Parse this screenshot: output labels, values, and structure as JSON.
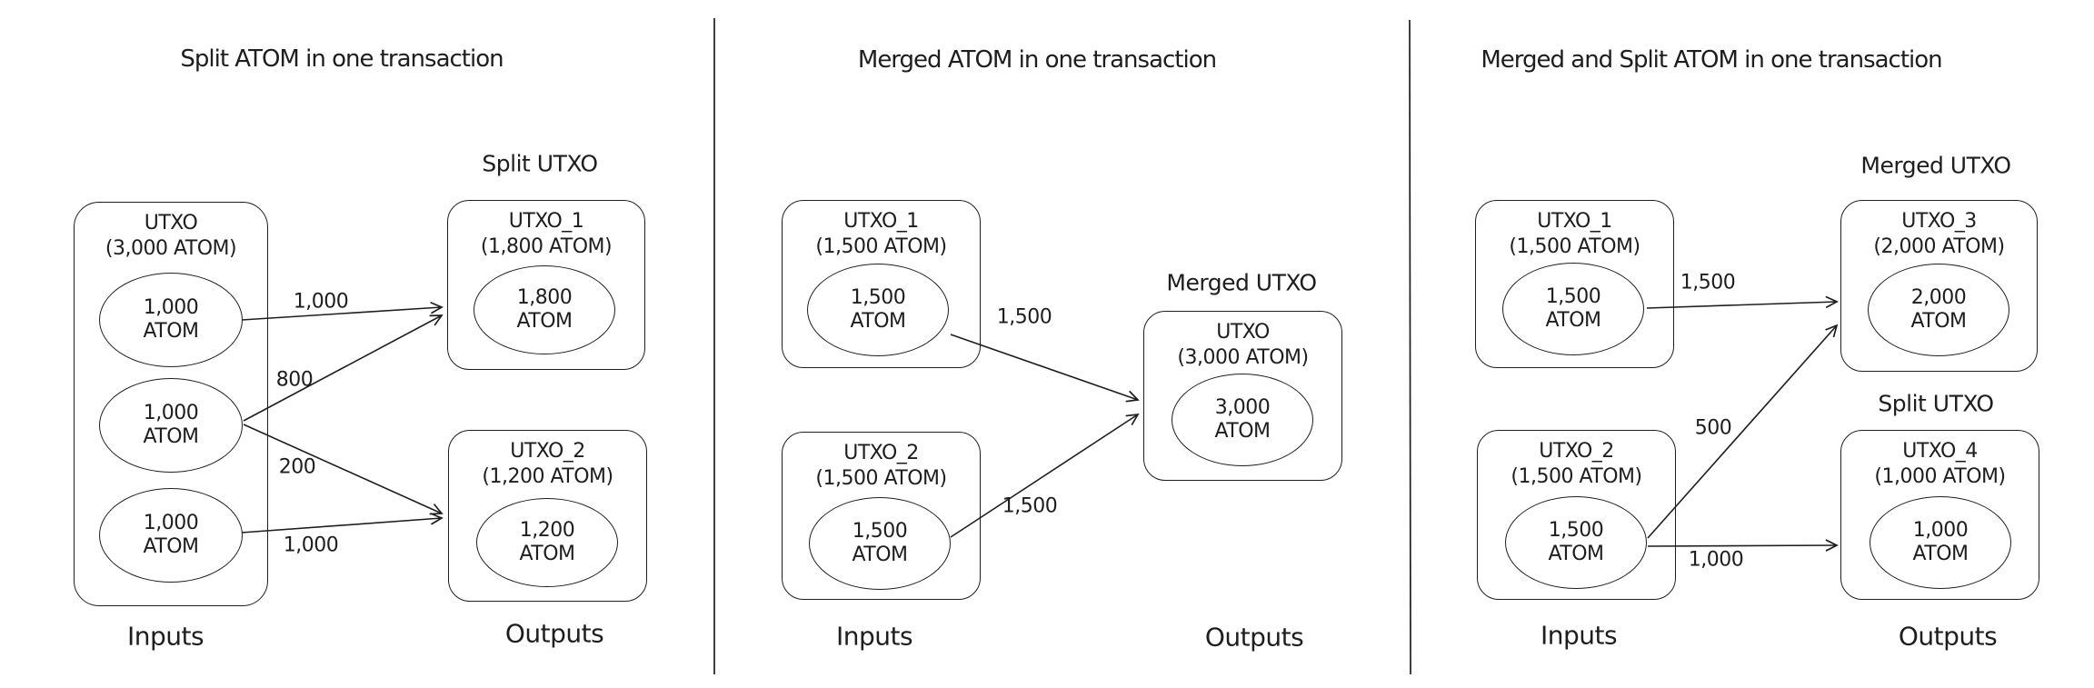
{
  "colors": {
    "background": "#ffffff",
    "stroke": "#1e1e1e"
  },
  "panels": [
    {
      "title": "Split ATOM in one transaction",
      "inputs_label": "Inputs",
      "outputs_label": "Outputs",
      "input_box": {
        "name": "UTXO",
        "amount": "(3,000 ATOM)",
        "coins": [
          {
            "value": "1,000",
            "unit": "ATOM"
          },
          {
            "value": "1,000",
            "unit": "ATOM"
          },
          {
            "value": "1,000",
            "unit": "ATOM"
          }
        ]
      },
      "output_group_label": "Split UTXO",
      "output_boxes": [
        {
          "name": "UTXO_1",
          "amount": "(1,800 ATOM)",
          "coin": {
            "value": "1,800",
            "unit": "ATOM"
          }
        },
        {
          "name": "UTXO_2",
          "amount": "(1,200 ATOM)",
          "coin": {
            "value": "1,200",
            "unit": "ATOM"
          }
        }
      ],
      "arrow_labels": [
        "1,000",
        "800",
        "200",
        "1,000"
      ]
    },
    {
      "title": "Merged ATOM in one transaction",
      "inputs_label": "Inputs",
      "outputs_label": "Outputs",
      "input_boxes": [
        {
          "name": "UTXO_1",
          "amount": "(1,500 ATOM)",
          "coin": {
            "value": "1,500",
            "unit": "ATOM"
          }
        },
        {
          "name": "UTXO_2",
          "amount": "(1,500 ATOM)",
          "coin": {
            "value": "1,500",
            "unit": "ATOM"
          }
        }
      ],
      "output_group_label": "Merged UTXO",
      "output_box": {
        "name": "UTXO",
        "amount": "(3,000 ATOM)",
        "coin": {
          "value": "3,000",
          "unit": "ATOM"
        }
      },
      "arrow_labels": [
        "1,500",
        "1,500"
      ]
    },
    {
      "title": "Merged and Split ATOM in one transaction",
      "inputs_label": "Inputs",
      "outputs_label": "Outputs",
      "input_boxes": [
        {
          "name": "UTXO_1",
          "amount": "(1,500 ATOM)",
          "coin": {
            "value": "1,500",
            "unit": "ATOM"
          }
        },
        {
          "name": "UTXO_2",
          "amount": "(1,500 ATOM)",
          "coin": {
            "value": "1,500",
            "unit": "ATOM"
          }
        }
      ],
      "merged_group_label": "Merged UTXO",
      "split_group_label": "Split UTXO",
      "output_boxes": [
        {
          "name": "UTXO_3",
          "amount": "(2,000 ATOM)",
          "coin": {
            "value": "2,000",
            "unit": "ATOM"
          }
        },
        {
          "name": "UTXO_4",
          "amount": "(1,000 ATOM)",
          "coin": {
            "value": "1,000",
            "unit": "ATOM"
          }
        }
      ],
      "arrow_labels": [
        "1,500",
        "500",
        "1,000"
      ]
    }
  ]
}
